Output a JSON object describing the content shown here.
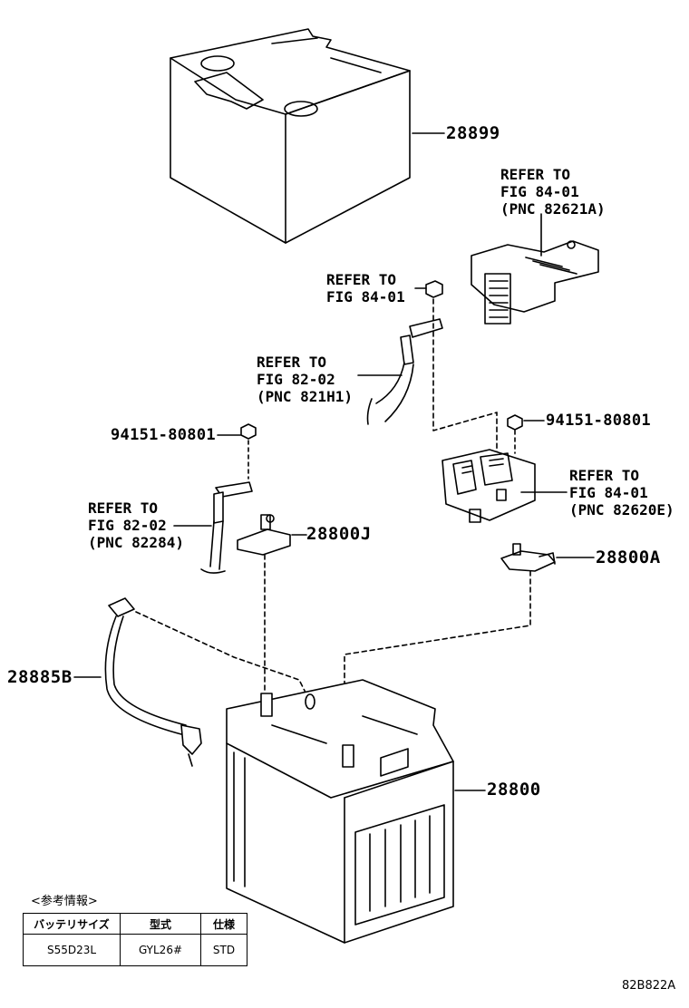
{
  "labels": {
    "p28899": "28899",
    "p28800J": "28800J",
    "p28800A": "28800A",
    "p28885B": "28885B",
    "p28800": "28800",
    "p94151_left": "94151-80801",
    "p94151_right": "94151-80801"
  },
  "refs": {
    "ref1": [
      "REFER TO",
      "FIG 84-01",
      "(PNC 82621A)"
    ],
    "ref2": [
      "REFER TO",
      "FIG 84-01"
    ],
    "ref3": [
      "REFER TO",
      "FIG 82-02",
      "(PNC 821H1)"
    ],
    "ref4": [
      "REFER TO",
      "FIG 84-01",
      "(PNC 82620E)"
    ],
    "ref5": [
      "REFER TO",
      "FIG 82-02",
      "(PNC 82284)"
    ]
  },
  "info": {
    "title": "<参考情報>",
    "headers": [
      "バッテリサイズ",
      "型式",
      "仕様"
    ],
    "row": [
      "S55D23L",
      "GYL26#",
      "STD"
    ]
  },
  "diagram_code": "82B822A"
}
